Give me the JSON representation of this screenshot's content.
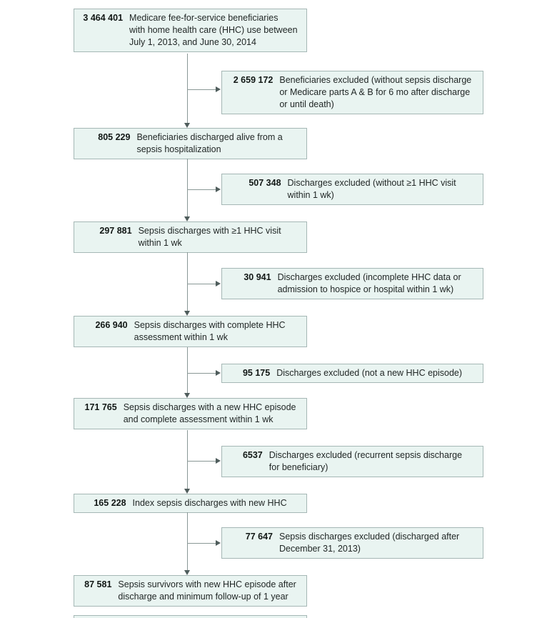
{
  "flow": {
    "colors": {
      "box_fill": "#e9f4f1",
      "box_border": "#a5b7b5",
      "connector_line": "#8a9896",
      "arrowhead": "#4f5d5c",
      "number_text": "#111715",
      "body_text": "#212726"
    },
    "main_boxes": [
      {
        "number": "3 464 401",
        "text": "Medicare fee-for-service beneficiaries\nwith home health care (HHC) use between\nJuly 1, 2013, and June 30, 2014"
      },
      {
        "number": "805 229",
        "text": "Beneficiaries discharged alive from a\nsepsis hospitalization"
      },
      {
        "number": "297 881",
        "text": "Sepsis discharges with ≥1 HHC visit\nwithin 1 wk"
      },
      {
        "number": "266 940",
        "text": "Sepsis discharges with complete HHC\nassessment within 1 wk"
      },
      {
        "number": "171 765",
        "text": "Sepsis discharges with a new HHC episode\nand complete assessment within 1 wk"
      },
      {
        "number": "165 228",
        "text": "Index sepsis discharges with new HHC"
      },
      {
        "number": "87 581",
        "text": "Sepsis survivors with new HHC episode after\ndischarge and minimum follow-up of 1 year"
      }
    ],
    "exclusion_boxes": [
      {
        "number": "2 659 172",
        "text": "Beneficiaries excluded (without sepsis discharge\nor Medicare parts A & B for 6 mo after discharge\nor until death)"
      },
      {
        "number": "507 348",
        "text": "Discharges excluded (without ≥1 HHC visit\nwithin 1 wk)"
      },
      {
        "number": "30 941",
        "text": "Discharges excluded (incomplete HHC data or\nadmission to hospice or hospital within 1 wk)"
      },
      {
        "number": "95 175",
        "text": "Discharges excluded (not a new HHC episode)"
      },
      {
        "number": "6537",
        "text": "Discharges excluded (recurrent sepsis discharge\nfor beneficiary)"
      },
      {
        "number": "77 647",
        "text": "Sepsis discharges excluded (discharged after\nDecember 31, 2013)"
      }
    ]
  }
}
